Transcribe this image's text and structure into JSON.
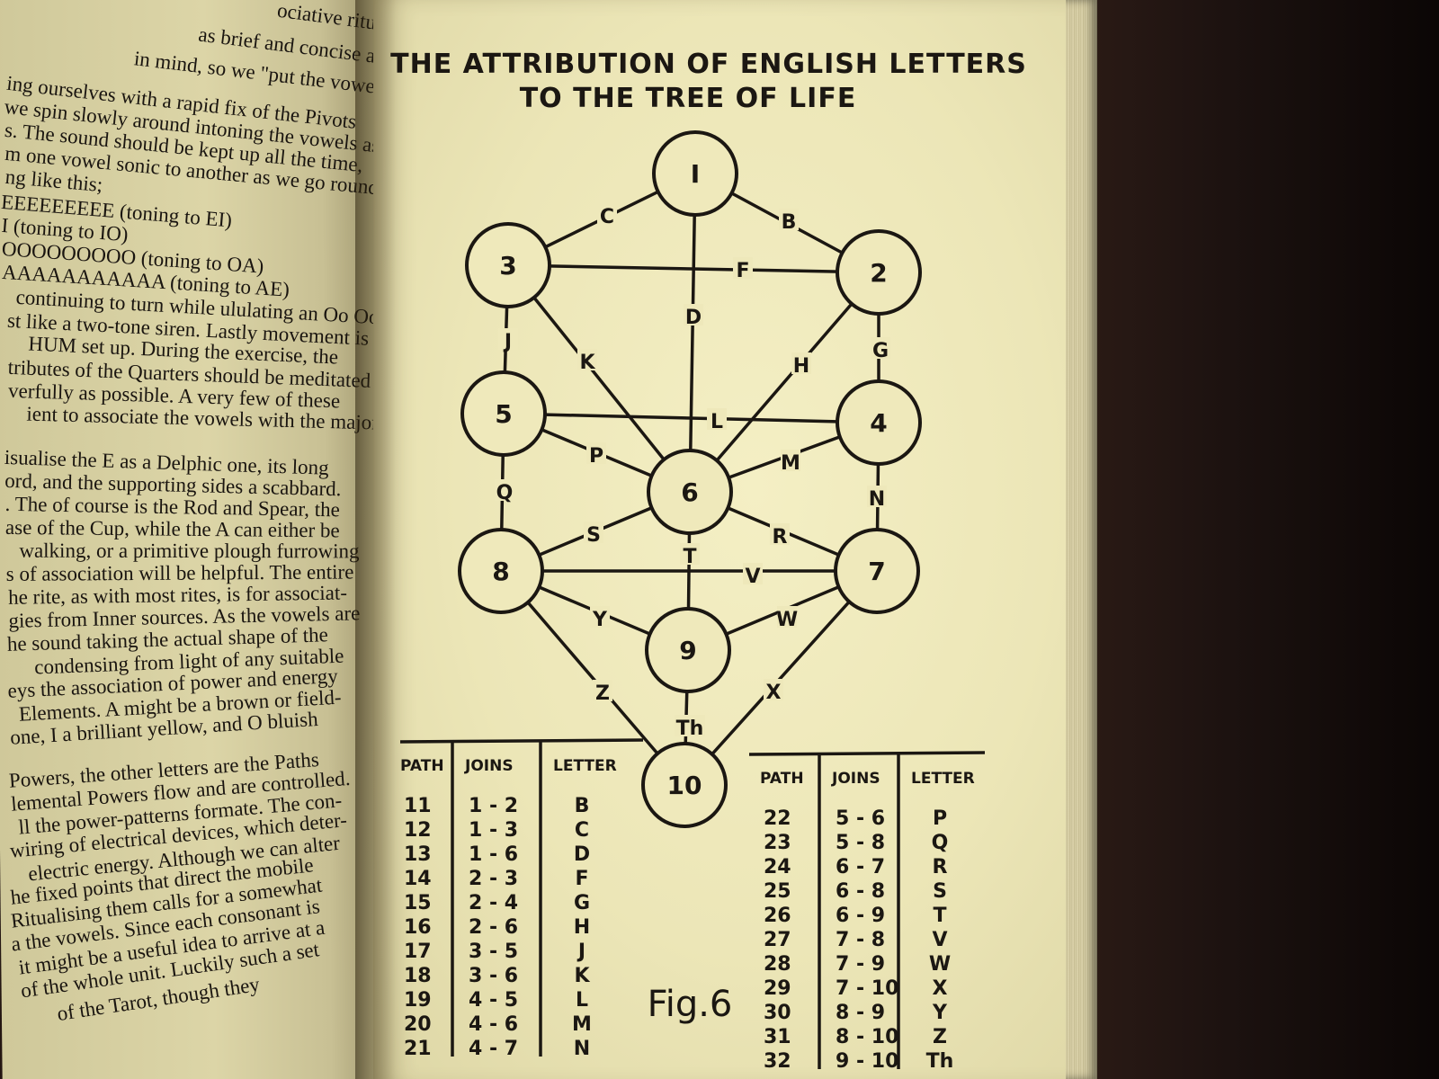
{
  "left_page": {
    "lines": [
      "ociative ritual. It is",
      "as brief and concise as may",
      "in mind, so we \"put the vowels on",
      "ing ourselves with a rapid fix of the Pivots",
      "we spin slowly around intoning the vowels as",
      "s. The sound should be kept up all the time,",
      "m one vowel sonic to another as we go round.",
      "ng like this;",
      "EEEEEEEEE    (toning to EI)",
      "I   (toning to IO)",
      "OOOOOOOOO    (toning to OA)",
      "AAAAAAAAAAA   (toning to AE)",
      "continuing to turn while ululating an Oo Oo",
      "st like a two-tone siren. Lastly movement is",
      "HUM set up. During the exercise, the",
      "tributes of the Quarters should be meditated",
      "verfully as possible. A very few of these",
      "ient to associate the vowels with the major",
      "isualise the E as a Delphic one, its long",
      "ord, and the supporting sides a scabbard.",
      ". The of course is the Rod and Spear, the",
      "ase of the Cup, while the A can either be",
      "walking, or a primitive plough furrowing",
      "s of association will be helpful. The entire",
      "he rite, as with most rites, is for associat-",
      "gies from Inner sources. As the vowels are",
      "he sound taking the actual shape of the",
      "condensing from light of any suitable",
      "eys the association of power and energy",
      "Elements. A might be a brown or field-",
      "one, I a brilliant yellow, and O bluish",
      "Powers, the other letters are the Paths",
      "lemental Powers flow and are controlled.",
      "ll the power-patterns formate. The con-",
      "wiring of electrical devices, which deter-",
      "electric energy. Although we can alter",
      "he fixed points that direct the mobile",
      "Ritualising them calls for a somewhat",
      "a the vowels. Since each consonant is",
      "it might be a useful idea to arrive at a",
      "of the whole unit. Luckily such a set",
      "of the Tarot, though they"
    ]
  },
  "figure": {
    "title_line1": "THE ATTRIBUTION OF ENGLISH LETTERS",
    "title_line2": "TO THE TREE OF LIFE",
    "caption": "Fig.6",
    "nodes": [
      {
        "id": "1",
        "label": "I"
      },
      {
        "id": "2",
        "label": "2"
      },
      {
        "id": "3",
        "label": "3"
      },
      {
        "id": "4",
        "label": "4"
      },
      {
        "id": "5",
        "label": "5"
      },
      {
        "id": "6",
        "label": "6"
      },
      {
        "id": "7",
        "label": "7"
      },
      {
        "id": "8",
        "label": "8"
      },
      {
        "id": "9",
        "label": "9"
      },
      {
        "id": "10",
        "label": "10"
      }
    ],
    "paths": [
      {
        "from": "1",
        "to": "2",
        "letter": "B"
      },
      {
        "from": "1",
        "to": "3",
        "letter": "C"
      },
      {
        "from": "1",
        "to": "6",
        "letter": "D"
      },
      {
        "from": "2",
        "to": "3",
        "letter": "F"
      },
      {
        "from": "2",
        "to": "4",
        "letter": "G"
      },
      {
        "from": "2",
        "to": "6",
        "letter": "H"
      },
      {
        "from": "3",
        "to": "5",
        "letter": "J"
      },
      {
        "from": "3",
        "to": "6",
        "letter": "K"
      },
      {
        "from": "4",
        "to": "5",
        "letter": "L"
      },
      {
        "from": "4",
        "to": "6",
        "letter": "M"
      },
      {
        "from": "4",
        "to": "7",
        "letter": "N"
      },
      {
        "from": "5",
        "to": "6",
        "letter": "P"
      },
      {
        "from": "5",
        "to": "8",
        "letter": "Q"
      },
      {
        "from": "6",
        "to": "7",
        "letter": "R"
      },
      {
        "from": "6",
        "to": "8",
        "letter": "S"
      },
      {
        "from": "6",
        "to": "9",
        "letter": "T"
      },
      {
        "from": "7",
        "to": "8",
        "letter": "V"
      },
      {
        "from": "7",
        "to": "9",
        "letter": "W"
      },
      {
        "from": "7",
        "to": "10",
        "letter": "X"
      },
      {
        "from": "8",
        "to": "9",
        "letter": "Y"
      },
      {
        "from": "8",
        "to": "10",
        "letter": "Z"
      },
      {
        "from": "9",
        "to": "10",
        "letter": "Th"
      }
    ],
    "table_headers": [
      "PATH",
      "JOINS",
      "LETTER"
    ],
    "table_left": [
      [
        "11",
        "1 - 2",
        "B"
      ],
      [
        "12",
        "1 - 3",
        "C"
      ],
      [
        "13",
        "1 - 6",
        "D"
      ],
      [
        "14",
        "2 - 3",
        "F"
      ],
      [
        "15",
        "2 - 4",
        "G"
      ],
      [
        "16",
        "2 - 6",
        "H"
      ],
      [
        "17",
        "3 - 5",
        "J"
      ],
      [
        "18",
        "3 - 6",
        "K"
      ],
      [
        "19",
        "4 - 5",
        "L"
      ],
      [
        "20",
        "4 - 6",
        "M"
      ],
      [
        "21",
        "4 - 7",
        "N"
      ]
    ],
    "table_right": [
      [
        "22",
        "5 - 6",
        "P"
      ],
      [
        "23",
        "5 - 8",
        "Q"
      ],
      [
        "24",
        "6 - 7",
        "R"
      ],
      [
        "25",
        "6 - 8",
        "S"
      ],
      [
        "26",
        "6 - 9",
        "T"
      ],
      [
        "27",
        "7 - 8",
        "V"
      ],
      [
        "28",
        "7 - 9",
        "W"
      ],
      [
        "29",
        "7 - 10",
        "X"
      ],
      [
        "30",
        "8 - 9",
        "Y"
      ],
      [
        "31",
        "8 - 10",
        "Z"
      ],
      [
        "32",
        "9 - 10",
        "Th"
      ]
    ]
  }
}
